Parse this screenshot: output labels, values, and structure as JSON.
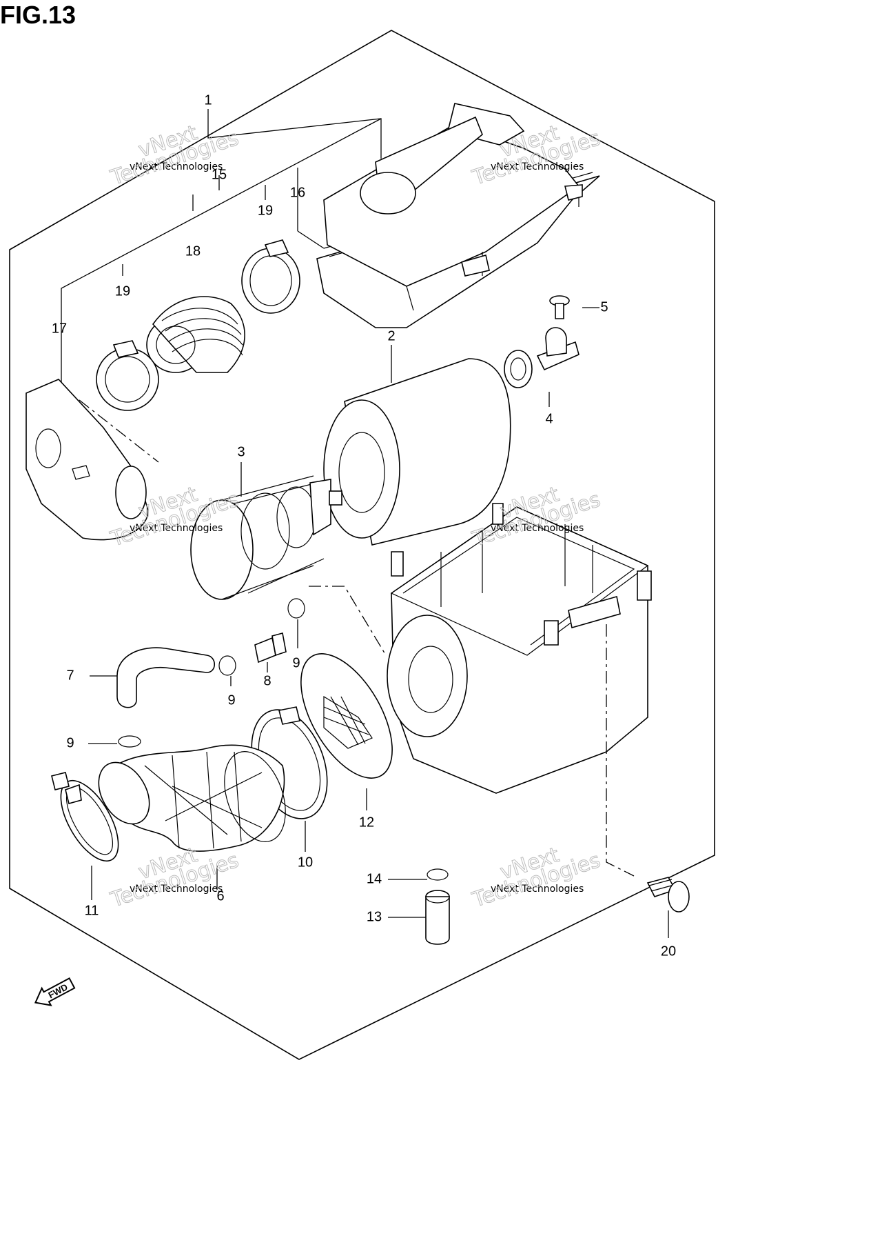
{
  "figure": {
    "title": "FIG.13",
    "fwd_label": "FWD"
  },
  "callouts": {
    "c1": "1",
    "c2": "2",
    "c3": "3",
    "c4": "4",
    "c5": "5",
    "c6": "6",
    "c7": "7",
    "c8": "8",
    "c9a": "9",
    "c9b": "9",
    "c9c": "9",
    "c10": "10",
    "c11": "11",
    "c12": "12",
    "c13": "13",
    "c14": "14",
    "c15": "15",
    "c16": "16",
    "c17": "17",
    "c18": "18",
    "c19a": "19",
    "c19b": "19",
    "c20": "20"
  },
  "watermark": {
    "small": "vNext Technologies",
    "large_top": "vNext",
    "large_bottom": "Technologies"
  }
}
